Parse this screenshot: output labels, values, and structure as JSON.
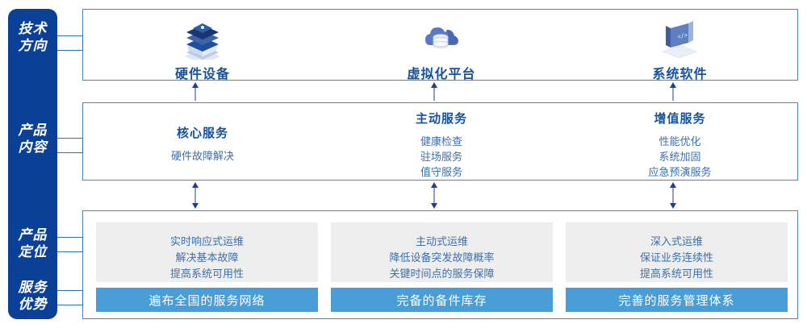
{
  "colors": {
    "rail": "#0b4097",
    "panel_border": "#4a85c8",
    "heading_blue": "#16519e",
    "body_blue": "#3d6fae",
    "grey_card": "#eeeeee",
    "blue_bar": "#4a9ed8",
    "arrow": "#1f3f8f",
    "connector": "#2a6fc0"
  },
  "rail_labels": [
    {
      "id": "tech-direction",
      "line1": "技术",
      "line2": "方向"
    },
    {
      "id": "product-content",
      "line1": "产品",
      "line2": "内容"
    },
    {
      "id": "product-position",
      "line1": "产品",
      "line2": "定位"
    },
    {
      "id": "service-advantage",
      "line1": "服务",
      "line2": "优势"
    }
  ],
  "tech_row": {
    "columns": [
      {
        "icon": "server-stack-icon",
        "title": "硬件设备"
      },
      {
        "icon": "cloud-database-icon",
        "title": "虚拟化平台"
      },
      {
        "icon": "laptop-code-icon",
        "title": "系统软件"
      }
    ]
  },
  "content_row": {
    "columns": [
      {
        "heading": "核心服务",
        "items": [
          "硬件故障解决"
        ]
      },
      {
        "heading": "主动服务",
        "items": [
          "健康检查",
          "驻场服务",
          "值守服务"
        ]
      },
      {
        "heading": "增值服务",
        "items": [
          "性能优化",
          "系统加固",
          "应急预演服务"
        ]
      }
    ]
  },
  "position_row": {
    "cards": [
      {
        "items": [
          "实时响应式运维",
          "解决基本故障",
          "提高系统可用性"
        ]
      },
      {
        "items": [
          "主动式运维",
          "降低设备突发故障概率",
          "关键时间点的服务保障"
        ]
      },
      {
        "items": [
          "深入式运维",
          "保证业务连续性",
          "提高系统可用性"
        ]
      }
    ]
  },
  "advantage_row": {
    "bars": [
      "遍布全国的服务网络",
      "完备的备件库存",
      "完善的服务管理体系"
    ]
  }
}
